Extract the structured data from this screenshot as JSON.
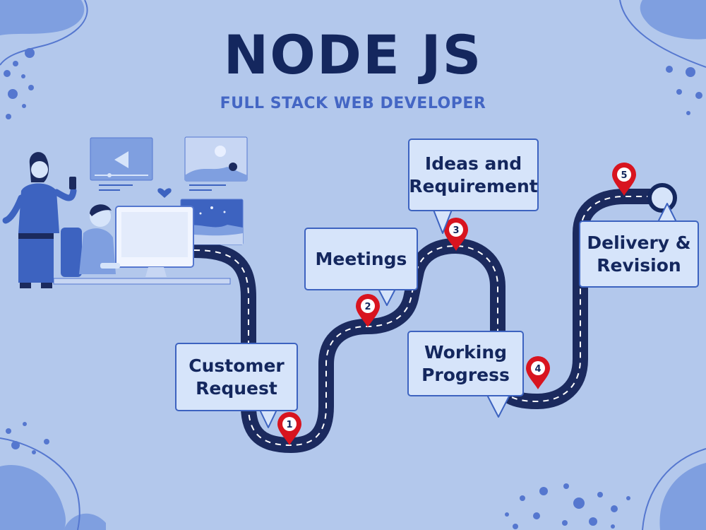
{
  "header": {
    "title": "NODE JS",
    "subtitle": "FULL STACK WEB DEVELOPER"
  },
  "steps": [
    {
      "number": "1",
      "line1": "Customer",
      "line2": "Request"
    },
    {
      "number": "2",
      "line1": "Meetings",
      "line2": ""
    },
    {
      "number": "3",
      "line1": "Ideas and",
      "line2": "Requirement"
    },
    {
      "number": "4",
      "line1": "Working",
      "line2": "Progress"
    },
    {
      "number": "5",
      "line1": "Delivery &",
      "line2": "Revision"
    }
  ],
  "colors": {
    "background": "#b3c8ec",
    "road": "#1b2a5e",
    "bubble_fill": "#d6e4fa",
    "bubble_border": "#3d63c0",
    "pin": "#d8141f",
    "title": "#14275e",
    "subtitle": "#4466c4"
  }
}
